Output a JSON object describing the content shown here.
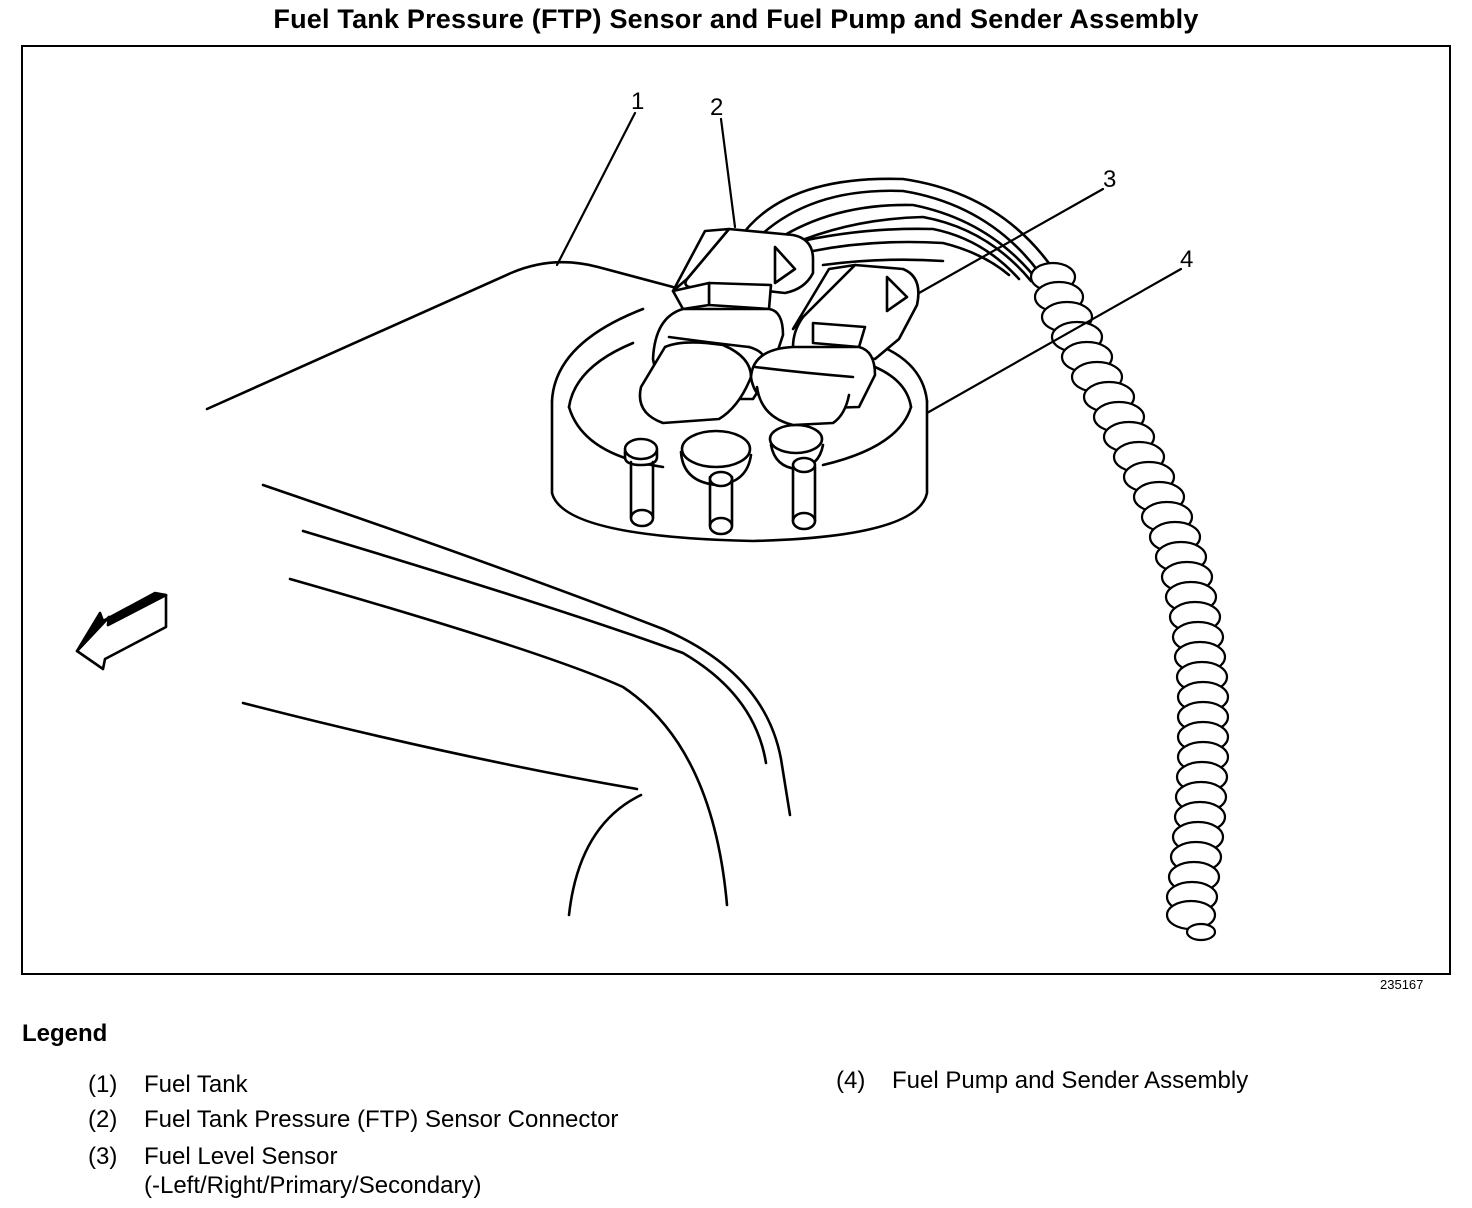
{
  "title": "Fuel Tank Pressure (FTP) Sensor and Fuel Pump and Sender Assembly",
  "figure_id": "235167",
  "callouts": [
    "1",
    "2",
    "3",
    "4"
  ],
  "legend": {
    "heading": "Legend",
    "items": [
      {
        "num": "(1)",
        "label": "Fuel Tank"
      },
      {
        "num": "(2)",
        "label": "Fuel Tank Pressure (FTP) Sensor Connector"
      },
      {
        "num": "(3)",
        "label": "Fuel Level Sensor",
        "sub": "(-Left/Right/Primary/Secondary)"
      },
      {
        "num": "(4)",
        "label": "Fuel Pump and Sender Assembly"
      }
    ]
  },
  "icons": [
    "direction-arrow-icon"
  ],
  "colors": {
    "ink": "#000000",
    "paper": "#ffffff"
  }
}
